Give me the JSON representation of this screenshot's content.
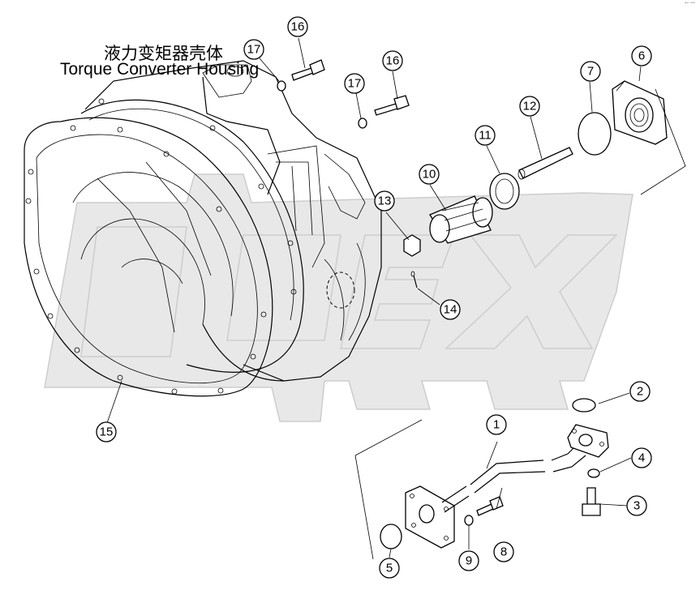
{
  "title": {
    "chinese": "液力变矩器壳体",
    "english": "Torque Converter Housing"
  },
  "watermark": "OPEX",
  "corner_mark": "ᵍᵉʳ ᵃᵃᵃ",
  "callouts": {
    "c1": "1",
    "c2": "2",
    "c3": "3",
    "c4": "4",
    "c5": "5",
    "c6": "6",
    "c7": "7",
    "c8": "8",
    "c9": "9",
    "c10": "10",
    "c11": "11",
    "c12": "12",
    "c13": "13",
    "c14": "14",
    "c15": "15",
    "c16a": "16",
    "c16b": "16",
    "c17a": "17",
    "c17b": "17"
  }
}
